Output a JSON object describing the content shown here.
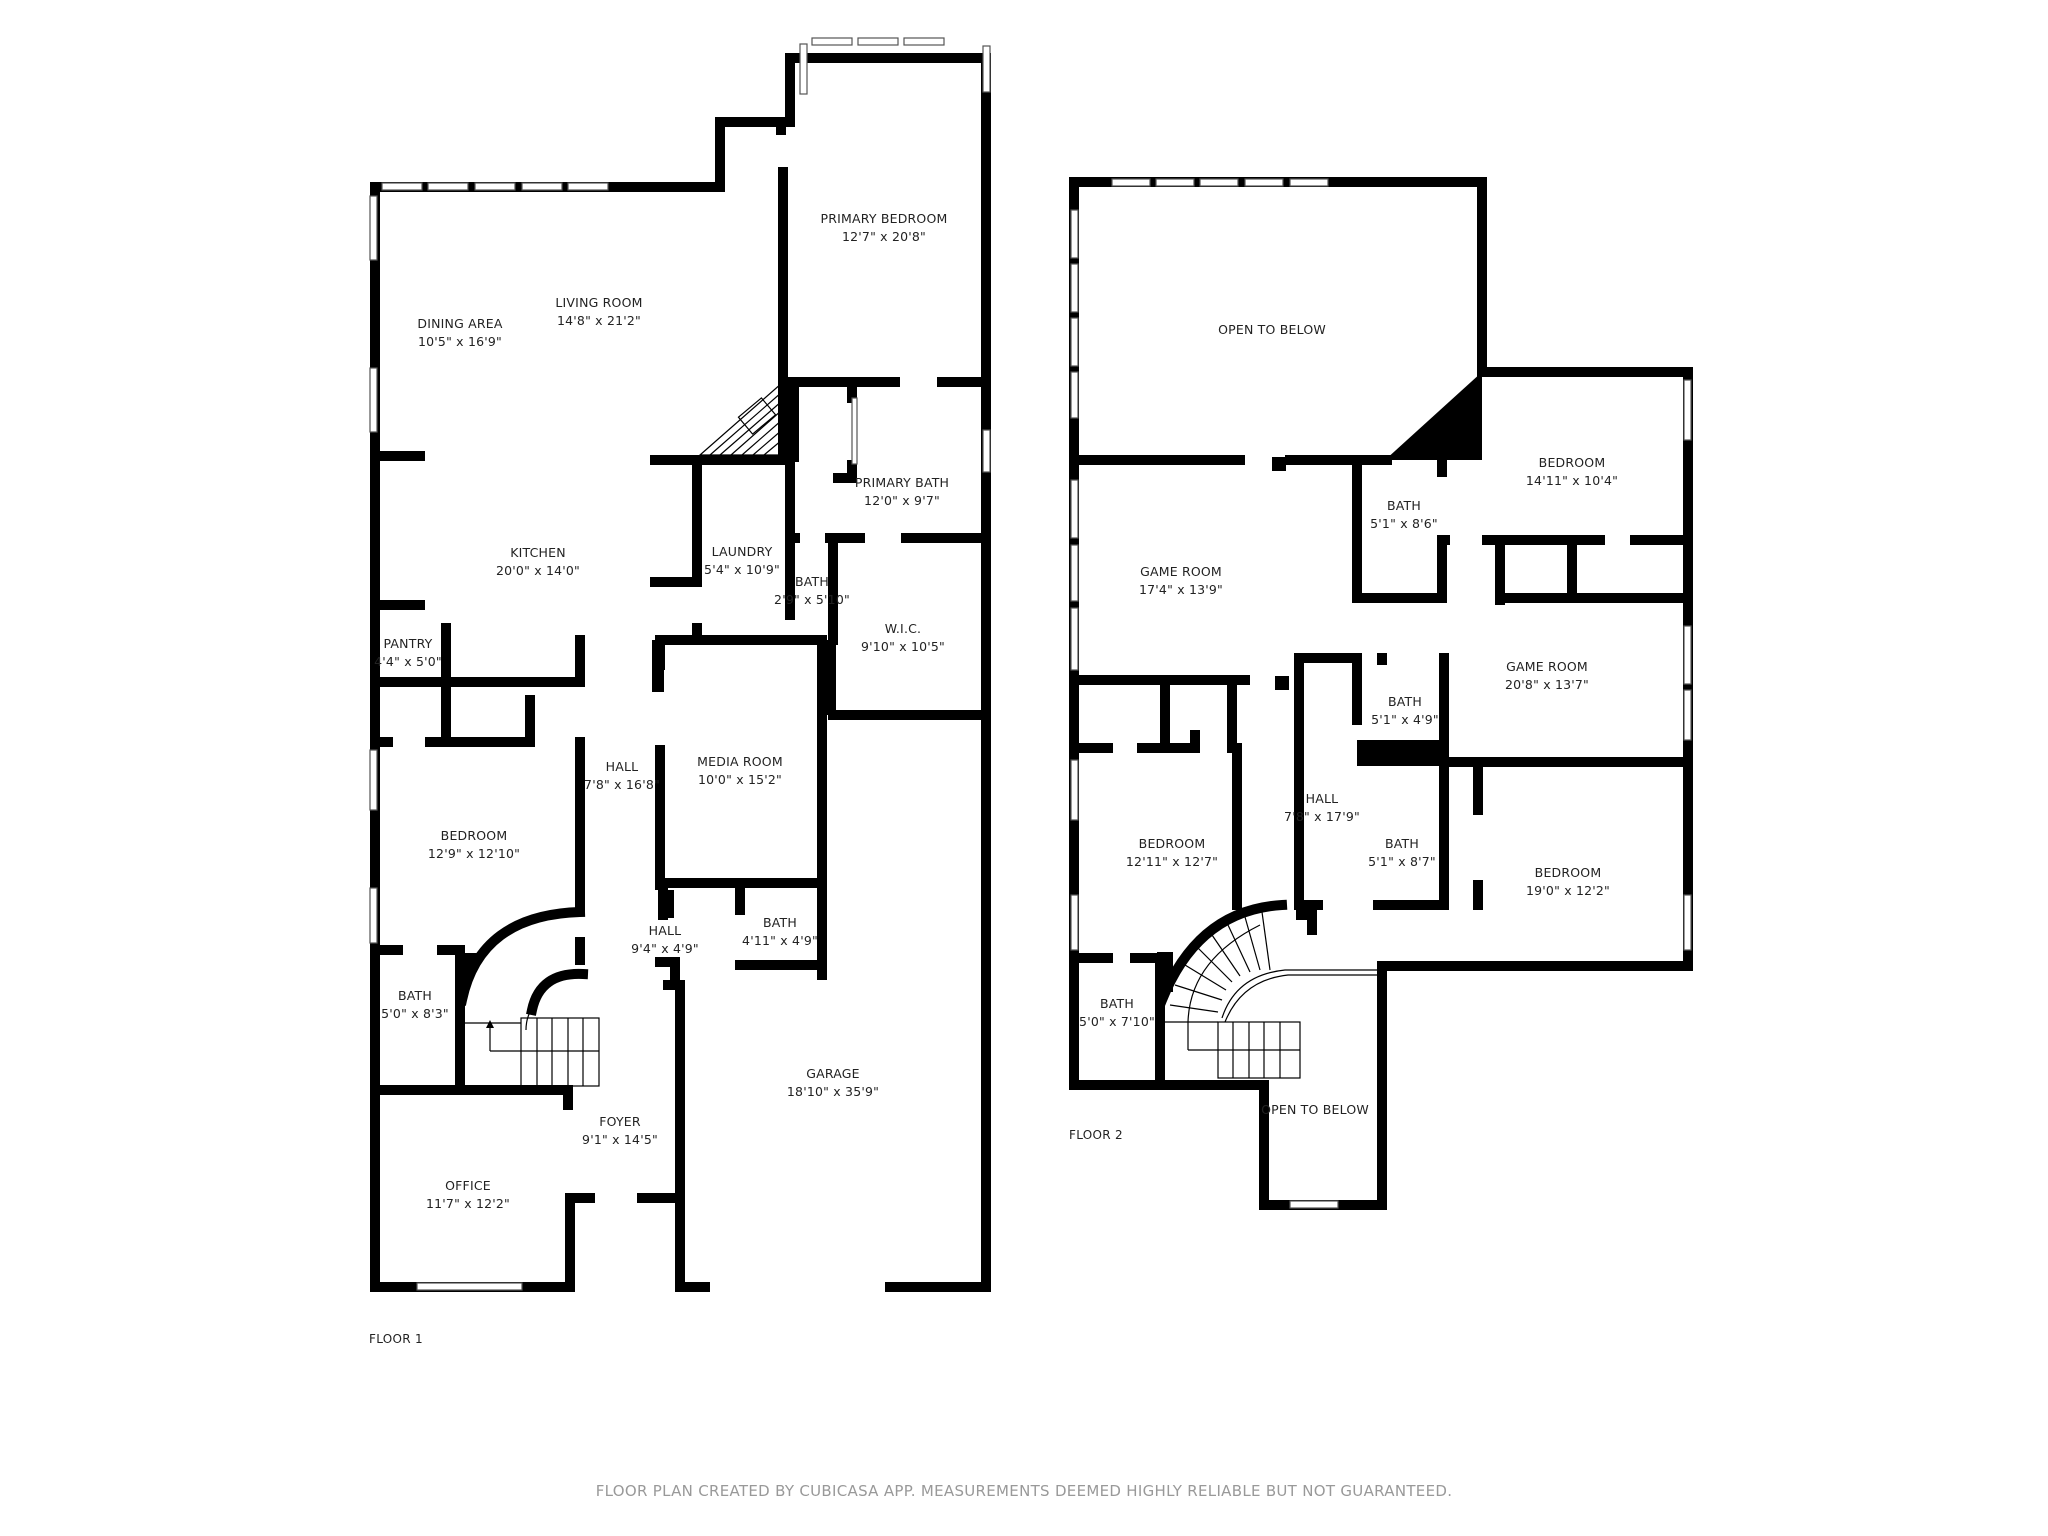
{
  "floors": [
    {
      "label": "FLOOR 1",
      "rooms": [
        {
          "name": "PRIMARY BEDROOM",
          "dims": "12'7\" x 20'8\""
        },
        {
          "name": "DINING AREA",
          "dims": "10'5\" x 16'9\""
        },
        {
          "name": "LIVING ROOM",
          "dims": "14'8\" x 21'2\""
        },
        {
          "name": "PRIMARY BATH",
          "dims": "12'0\" x 9'7\""
        },
        {
          "name": "KITCHEN",
          "dims": "20'0\" x 14'0\""
        },
        {
          "name": "LAUNDRY",
          "dims": "5'4\" x 10'9\""
        },
        {
          "name": "BATH",
          "dims": "2'9\" x 5'10\""
        },
        {
          "name": "W.I.C.",
          "dims": "9'10\" x 10'5\""
        },
        {
          "name": "PANTRY",
          "dims": "4'4\" x 5'0\""
        },
        {
          "name": "MEDIA ROOM",
          "dims": "10'0\" x 15'2\""
        },
        {
          "name": "HALL",
          "dims": "7'8\" x 16'8\""
        },
        {
          "name": "BEDROOM",
          "dims": "12'9\" x 12'10\""
        },
        {
          "name": "HALL",
          "dims": "9'4\" x 4'9\""
        },
        {
          "name": "BATH",
          "dims": "4'11\" x 4'9\""
        },
        {
          "name": "BATH",
          "dims": "5'0\" x 8'3\""
        },
        {
          "name": "GARAGE",
          "dims": "18'10\" x 35'9\""
        },
        {
          "name": "FOYER",
          "dims": "9'1\" x 14'5\""
        },
        {
          "name": "OFFICE",
          "dims": "11'7\" x 12'2\""
        }
      ]
    },
    {
      "label": "FLOOR 2",
      "rooms": [
        {
          "name": "OPEN TO BELOW",
          "dims": ""
        },
        {
          "name": "BEDROOM",
          "dims": "14'11\" x 10'4\""
        },
        {
          "name": "BATH",
          "dims": "5'1\" x 8'6\""
        },
        {
          "name": "GAME ROOM",
          "dims": "17'4\" x 13'9\""
        },
        {
          "name": "GAME ROOM",
          "dims": "20'8\" x 13'7\""
        },
        {
          "name": "BATH",
          "dims": "5'1\" x 4'9\""
        },
        {
          "name": "HALL",
          "dims": "7'8\" x 17'9\""
        },
        {
          "name": "BEDROOM",
          "dims": "12'11\" x 12'7\""
        },
        {
          "name": "BATH",
          "dims": "5'1\" x 8'7\""
        },
        {
          "name": "BEDROOM",
          "dims": "19'0\" x 12'2\""
        },
        {
          "name": "BATH",
          "dims": "5'0\" x 7'10\""
        },
        {
          "name": "OPEN TO BELOW",
          "dims": ""
        }
      ]
    }
  ],
  "footer": "FLOOR PLAN CREATED BY CUBICASA APP. MEASUREMENTS DEEMED HIGHLY RELIABLE BUT NOT GUARANTEED."
}
